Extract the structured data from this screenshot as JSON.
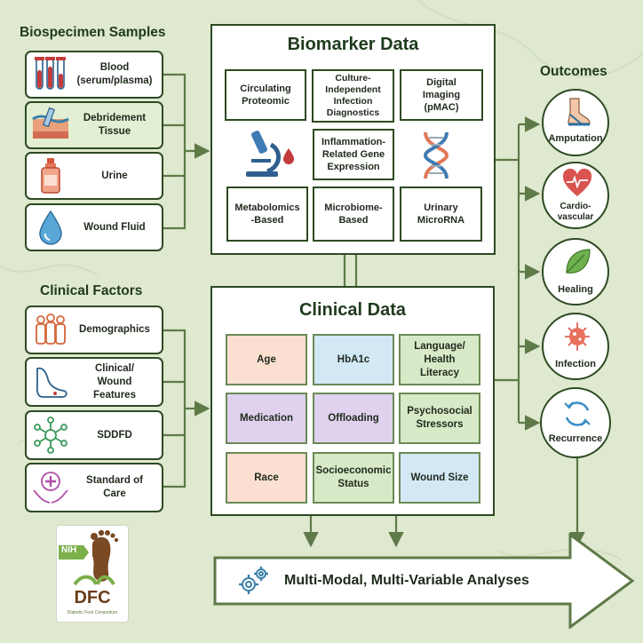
{
  "sections": {
    "biospecimen_title": "Biospecimen Samples",
    "clinical_factors_title": "Clinical Factors",
    "outcomes_title": "Outcomes"
  },
  "biospecimen_samples": [
    {
      "label": "Blood\n(serum/plasma)",
      "icon": "blood-tubes-icon"
    },
    {
      "label": "Debridement\nTissue",
      "icon": "tissue-icon"
    },
    {
      "label": "Urine",
      "icon": "urine-bottle-icon"
    },
    {
      "label": "Wound Fluid",
      "icon": "droplet-icon"
    }
  ],
  "clinical_factors": [
    {
      "label": "Demographics",
      "icon": "people-icon"
    },
    {
      "label": "Clinical/\nWound\nFeatures",
      "icon": "foot-icon"
    },
    {
      "label": "SDDFD",
      "icon": "network-icon"
    },
    {
      "label": "Standard of\nCare",
      "icon": "care-hands-icon"
    }
  ],
  "biomarker_data": {
    "title": "Biomarker Data",
    "items": [
      "Circulating\nProteomic",
      "Culture-\nIndependent\nInfection\nDiagnostics",
      "Digital\nImaging\n(pMAC)",
      "Inflammation-\nRelated Gene\nExpression",
      "Metabolomics\n-Based",
      "Microbiome-\nBased",
      "Urinary\nMicroRNA"
    ]
  },
  "clinical_data": {
    "title": "Clinical Data",
    "items": [
      {
        "label": "Age",
        "color": "#fbe0d2"
      },
      {
        "label": "HbA1c",
        "color": "#d2e8f5"
      },
      {
        "label": "Language/\nHealth\nLiteracy",
        "color": "#d7e9c6"
      },
      {
        "label": "Medication",
        "color": "#e0d1ef"
      },
      {
        "label": "Offloading",
        "color": "#e0d1ef"
      },
      {
        "label": "Psychosocial\nStressors",
        "color": "#d7e9c6"
      },
      {
        "label": "Race",
        "color": "#fbe0d2"
      },
      {
        "label": "Socioeconomic\nStatus",
        "color": "#d7e9c6"
      },
      {
        "label": "Wound Size",
        "color": "#d2e8f5"
      }
    ]
  },
  "outcomes": [
    {
      "label": "Amputation",
      "icon": "foot-amputation-icon"
    },
    {
      "label": "Cardio-\nvascular",
      "icon": "heart-icon"
    },
    {
      "label": "Healing",
      "icon": "leaf-icon"
    },
    {
      "label": "Infection",
      "icon": "bacteria-icon"
    },
    {
      "label": "Recurrence",
      "icon": "cycle-icon"
    }
  ],
  "analyses": {
    "label": "Multi-Modal, Multi-Variable Analyses",
    "icon": "gears-icon"
  },
  "logo": {
    "nih": "NIH",
    "dfc": "DFC",
    "subtitle": "Diabetic Foot Consortium"
  },
  "colors": {
    "frame": "#2d4a22",
    "background": "#dfe9cf",
    "arrow": "#5e7a48"
  }
}
